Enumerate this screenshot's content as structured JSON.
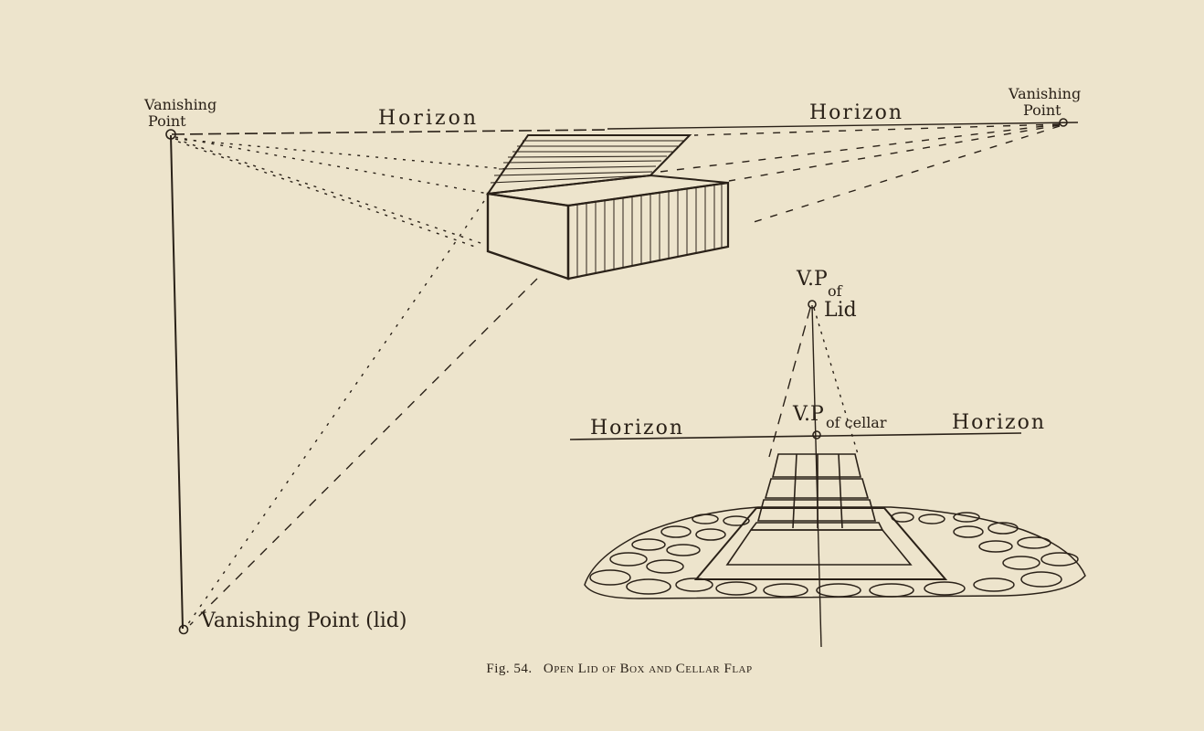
{
  "colors": {
    "paper": "#ede4cc",
    "ink": "#2a2118",
    "cellar": "#3a3026"
  },
  "box_figure": {
    "vp_left_line1": "Vanishing",
    "vp_left_line2": "Point",
    "vp_right_line1": "Vanishing",
    "vp_right_line2": "Point",
    "horizon_left": "Horizon",
    "horizon_right": "Horizon",
    "vp_lid": "Vanishing Point (lid)"
  },
  "cellar_figure": {
    "vp_lid_line1": "V.P",
    "vp_lid_line2": "of",
    "vp_lid_line3": "Lid",
    "vp_cellar_main": "V.P",
    "vp_cellar_sub": "of cellar",
    "horizon_left": "Horizon",
    "horizon_right": "Horizon"
  },
  "caption": {
    "fig_no": "Fig. 54.",
    "title": "Open Lid of Box and Cellar Flap"
  }
}
